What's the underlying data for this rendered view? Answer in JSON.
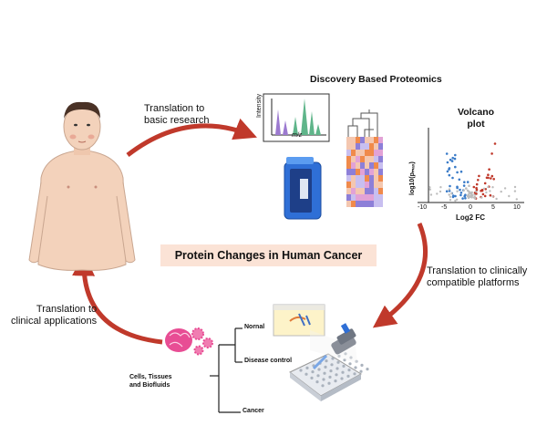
{
  "labels": {
    "translation_basic": "Translation to\nbasic research",
    "translation_clinical_apps": "Translation to\nclinical applications",
    "translation_platforms": "Translation to clinically\ncompatible platforms",
    "discovery": "Discovery Based Proteomics",
    "volcano_title": "Volcano\nplot",
    "main_title": "Protein Changes in Human Cancer",
    "ms_y_axis": "Intensity",
    "ms_x_axis": "m/z",
    "volcano_y_axis": "log10(pₘₐₓ)",
    "volcano_x_axis": "Log2 FC",
    "volcano_ticks": [
      "-10",
      "-5",
      "0",
      "5",
      "10"
    ],
    "tree_normal": "Nornal",
    "tree_disease": "Disease control",
    "tree_cancer": "Cancer",
    "cells": "Cells, Tissues\nand Biofluids"
  },
  "colors": {
    "arrow": "#c0392b",
    "main_box": "#fbe3d6",
    "heat_orange": "#f08a4b",
    "heat_purple": "#8d7fd8",
    "volcano_up": "#c0392b",
    "volcano_down": "#3a7bc8",
    "skin": "#f3d2bb"
  },
  "icons": [
    "human-figure-icon",
    "mass-spectrometer-icon",
    "heatmap-icon",
    "brain-gears-icon",
    "microplate-pipette-icon",
    "petri-dish-icon"
  ]
}
